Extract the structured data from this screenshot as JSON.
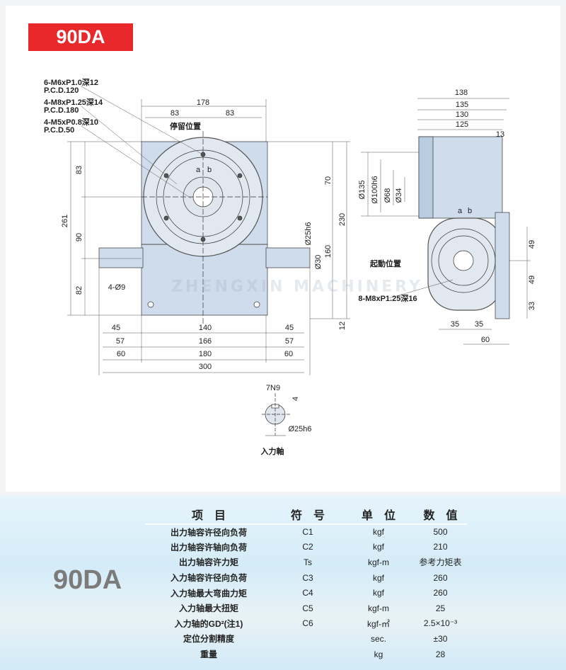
{
  "title": "90DA",
  "annotations": [
    "6-M6xP1.0深12",
    "P.C.D.120",
    "4-M8xP1.25深14",
    "P.C.D.180",
    "4-M5xP0.8深10",
    "P.C.D.50"
  ],
  "front_dims": {
    "d178": "178",
    "d83a": "83",
    "d83b": "83",
    "stop_pos": "停留位置",
    "d261": "261",
    "d83v": "83",
    "d90": "90",
    "d82": "82",
    "hole": "4-Ø9",
    "d70": "70",
    "d230": "230",
    "shaft": "Ø25h6",
    "d160": "160",
    "d30": "Ø30",
    "d12": "12",
    "a": "a",
    "b": "b",
    "b45l": "45",
    "b140": "140",
    "b45r": "45",
    "b57l": "57",
    "b166": "166",
    "b57r": "57",
    "b60l": "60",
    "b180": "180",
    "b60r": "60",
    "b300": "300"
  },
  "side_dims": {
    "d138": "138",
    "d135": "135",
    "d130": "130",
    "d125": "125",
    "d13": "13",
    "o135": "Ø135",
    "o100": "Ø100h6",
    "o68": "Ø68",
    "o34": "Ø34",
    "a": "a",
    "b": "b",
    "start_pos": "起動位置",
    "thread": "8-M8xP1.25深16",
    "d49a": "49",
    "d49b": "49",
    "d33": "33",
    "d35a": "35",
    "d35b": "35",
    "d60": "60"
  },
  "shaft_detail": {
    "key": "7N9",
    "depth": "4",
    "dia": "Ø25h6",
    "label": "入力軸"
  },
  "watermark": "ZHENGXIN MACHINERY",
  "table": {
    "headers": [
      "项　目",
      "符　号",
      "单　位",
      "数　值"
    ],
    "rows": [
      [
        "出力轴容许径向负荷",
        "C1",
        "kgf",
        "500"
      ],
      [
        "出力轴容许轴向负荷",
        "C2",
        "kgf",
        "210"
      ],
      [
        "出力轴容许力矩",
        "Ts",
        "kgf-m",
        "参考力矩表"
      ],
      [
        "入力轴容许径向负荷",
        "C3",
        "kgf",
        "260"
      ],
      [
        "入力轴最大弯曲力矩",
        "C4",
        "kgf",
        "260"
      ],
      [
        "入力轴最大扭矩",
        "C5",
        "kgf-m",
        "25"
      ],
      [
        "入力轴的GD²(注1)",
        "C6",
        "kgf-㎡",
        "2.5×10⁻³"
      ],
      [
        "定位分割精度",
        "",
        "sec.",
        "±30"
      ],
      [
        "重量",
        "",
        "kg",
        "28"
      ]
    ]
  },
  "colors": {
    "accent": "#e8282a",
    "body": "#c8d8ec"
  }
}
